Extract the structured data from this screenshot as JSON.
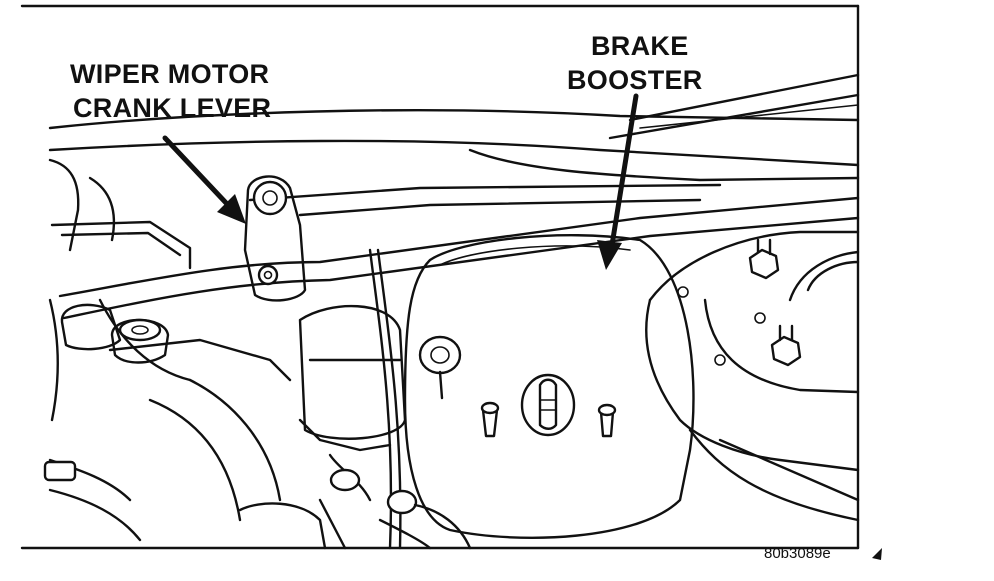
{
  "labels": {
    "wiper_line1": "WIPER MOTOR",
    "wiper_line2": "CRANK LEVER",
    "brake_line1": "BRAKE",
    "brake_line2": "BOOSTER",
    "figure_id": "80b3089e"
  },
  "colors": {
    "ink": "#111111",
    "paper": "#ffffff"
  }
}
